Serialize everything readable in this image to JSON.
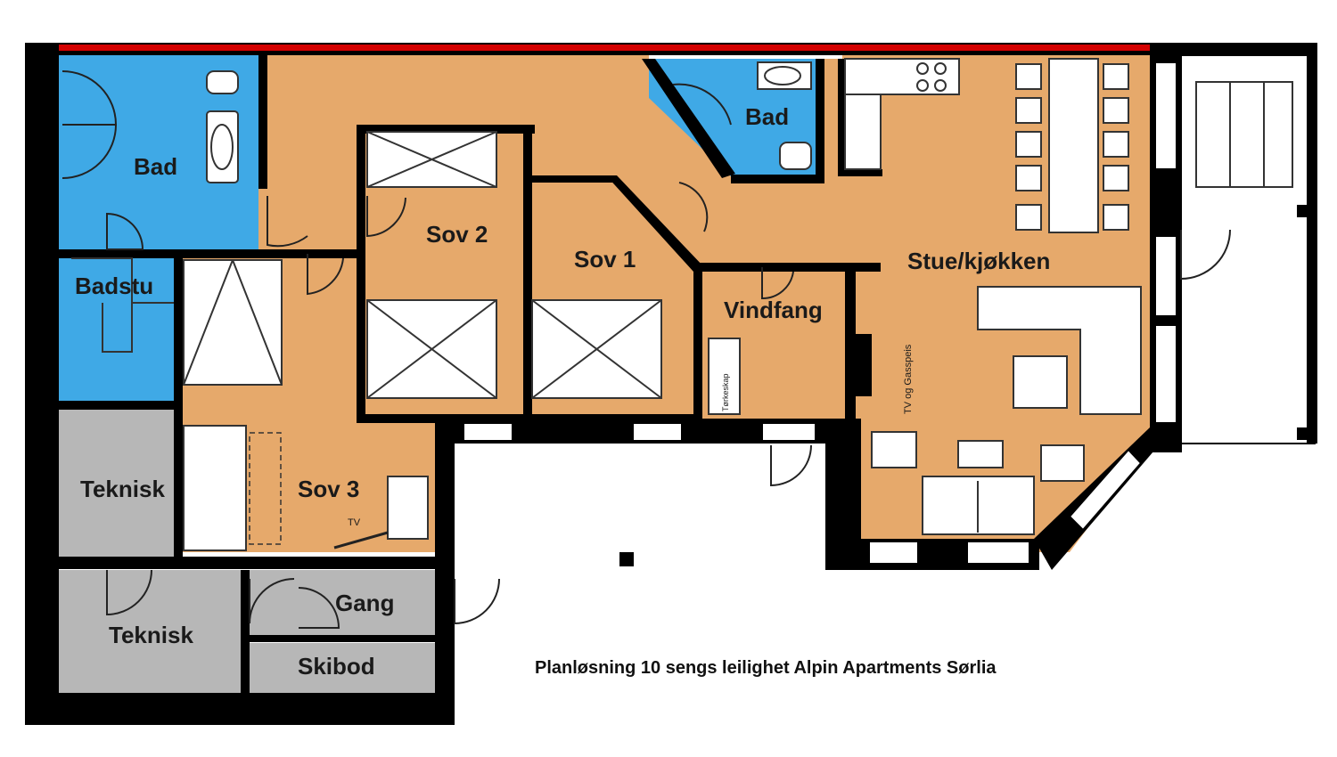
{
  "rooms": {
    "bad_1": "Bad",
    "bad_2": "Bad",
    "badstu": "Badstu",
    "sov_1": "Sov 1",
    "sov_2": "Sov 2",
    "sov_3": "Sov 3",
    "stue_kjokken": "Stue/kjøkken",
    "vindfang": "Vindfang",
    "teknisk_1": "Teknisk",
    "teknisk_2": "Teknisk",
    "gang": "Gang",
    "skibod": "Skibod"
  },
  "fixtures": {
    "tv_1": "TV",
    "tv_og_gasspeis": "TV og Gasspeis",
    "torkeskap": "Tørkeskap"
  },
  "caption": "Planløsning 10 sengs leilighet Alpin Apartments Sørlia",
  "colors": {
    "living": "#e6a96b",
    "wet_room": "#3fa9e6",
    "technical": "#b7b7b7",
    "wall": "#000000",
    "roof_edge": "#d40000"
  }
}
